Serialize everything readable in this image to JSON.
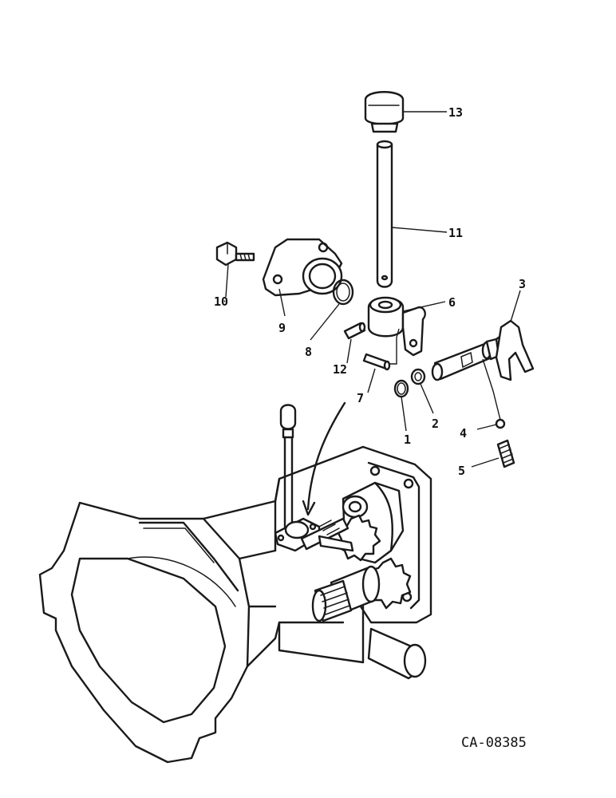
{
  "drawing": {
    "reference": "CA-08385",
    "callouts": [
      "13",
      "11",
      "10",
      "9",
      "8",
      "6",
      "3",
      "12",
      "7",
      "2",
      "1",
      "4",
      "5"
    ]
  },
  "colors": {
    "ink": "#1a1a1a",
    "paper": "#ffffff"
  }
}
